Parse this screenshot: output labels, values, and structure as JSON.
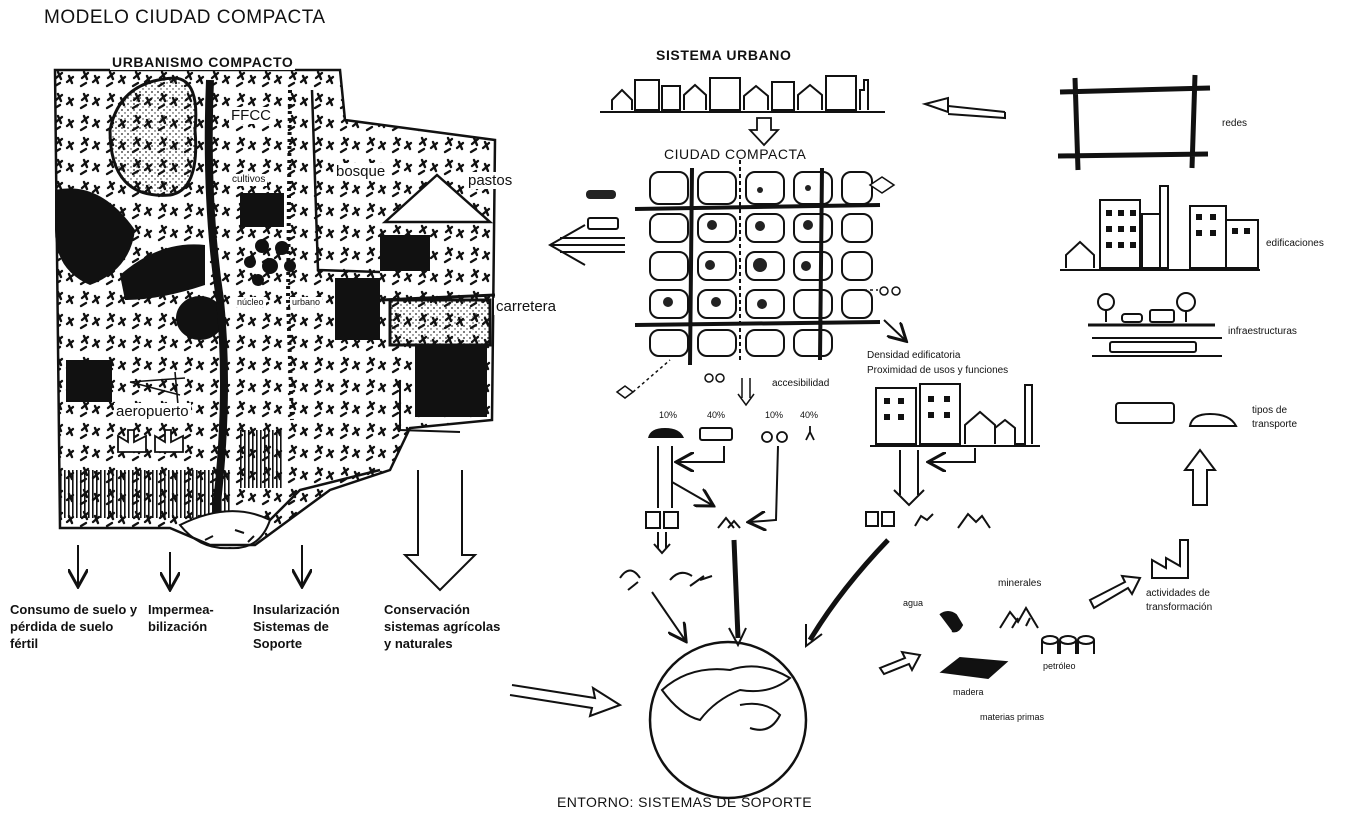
{
  "title": "MODELO CIUDAD COMPACTA",
  "left_panel": {
    "heading": "URBANISMO COMPACTO",
    "labels": {
      "ffcc": "FFCC",
      "cultivos": "cultivos",
      "bosque": "bosque",
      "pastos": "pastos",
      "nucleo": "núcleo",
      "urbano": "urbano",
      "carretera": "carretera",
      "aeropuerto": "aeropuerto"
    },
    "impacts": [
      "Consumo de suelo y pérdida de suelo fértil",
      "Impermea- bilización",
      "Insularización Sistemas de Soporte",
      "Conservación sistemas agrícolas y naturales"
    ]
  },
  "center": {
    "sistema_urbano": "SISTEMA URBANO",
    "ciudad_compacta": "CIUDAD COMPACTA",
    "accesibilidad": "accesibilidad",
    "densidad": "Densidad edificatoria",
    "proximidad": "Proximidad de usos y funciones",
    "modal_split": [
      "10%",
      "40%",
      "10%",
      "40%"
    ]
  },
  "right_panel": {
    "redes": "redes",
    "edificaciones": "edificaciones",
    "infraestructuras": "infraestructuras",
    "tipos_transporte": "tipos de transporte",
    "actividades": "actividades de transformación",
    "minerales": "minerales",
    "agua": "agua",
    "petroleo": "petróleo",
    "madera": "madera",
    "materias_primas": "materias primas"
  },
  "footer": "ENTORNO: SISTEMAS DE SOPORTE"
}
